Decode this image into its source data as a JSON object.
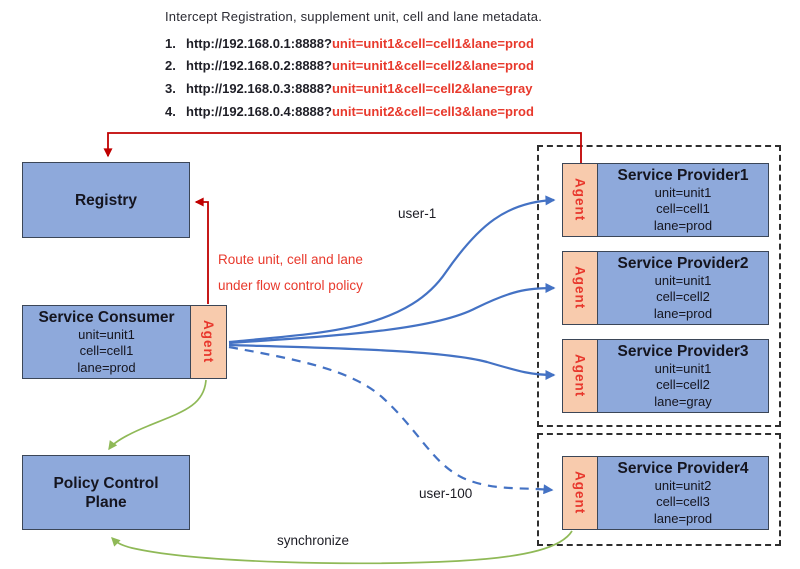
{
  "header": {
    "title": "Intercept Registration, supplement unit, cell and lane metadata.",
    "items": [
      {
        "num": "1.",
        "base": "http://192.168.0.1:8888?",
        "query": "unit=unit1&cell=cell1&lane=prod"
      },
      {
        "num": "2.",
        "base": "http://192.168.0.2:8888?",
        "query": "unit=unit1&cell=cell2&lane=prod"
      },
      {
        "num": "3.",
        "base": "http://192.168.0.3:8888?",
        "query": "unit=unit1&cell=cell2&lane=gray"
      },
      {
        "num": "4.",
        "base": "http://192.168.0.4:8888?",
        "query": "unit=unit2&cell=cell3&lane=prod"
      }
    ]
  },
  "nodes": {
    "registry": {
      "label": "Registry"
    },
    "consumer": {
      "label": "Service Consumer",
      "unit": "unit=unit1",
      "cell": "cell=cell1",
      "lane": "lane=prod",
      "agent_label": "Agent"
    },
    "policy": {
      "label_line1": "Policy Control",
      "label_line2": "Plane"
    },
    "providers": [
      {
        "label": "Service Provider1",
        "unit": "unit=unit1",
        "cell": "cell=cell1",
        "lane": "lane=prod",
        "agent_label": "Agent"
      },
      {
        "label": "Service Provider2",
        "unit": "unit=unit1",
        "cell": "cell=cell2",
        "lane": "lane=prod",
        "agent_label": "Agent"
      },
      {
        "label": "Service Provider3",
        "unit": "unit=unit1",
        "cell": "cell=cell2",
        "lane": "lane=gray",
        "agent_label": "Agent"
      },
      {
        "label": "Service Provider4",
        "unit": "unit=unit2",
        "cell": "cell=cell3",
        "lane": "lane=prod",
        "agent_label": "Agent"
      }
    ]
  },
  "annotations": {
    "route_note_line1": "Route unit, cell and lane",
    "route_note_line2": "under flow control policy",
    "user1": "user-1",
    "user100": "user-100",
    "synchronize": "synchronize"
  },
  "colors": {
    "box_fill": "#8ea9db",
    "box_border": "#3b4657",
    "agent_fill": "#f8cbad",
    "agent_text": "#e8372c",
    "red_line": "#c00000",
    "red_text": "#e8392c",
    "blue_arrow": "#4472c4",
    "green_arrow": "#8fb957",
    "dashed_frame": "#2e2e2e"
  }
}
